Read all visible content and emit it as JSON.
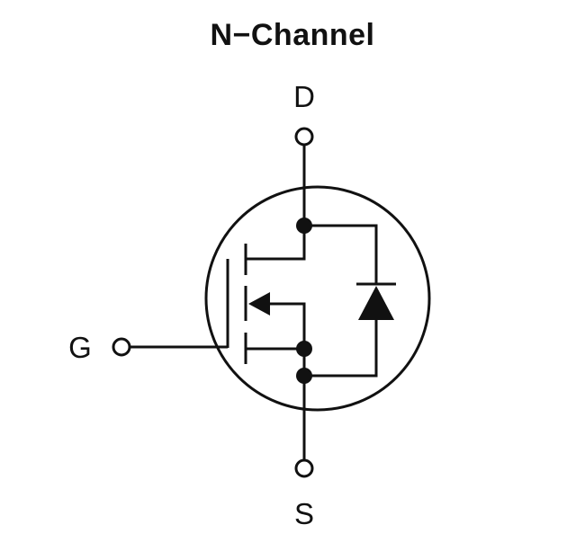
{
  "title": "N−Channel",
  "pins": {
    "drain": "D",
    "gate": "G",
    "source": "S"
  },
  "colors": {
    "ink": "#111111",
    "background": "#ffffff"
  }
}
